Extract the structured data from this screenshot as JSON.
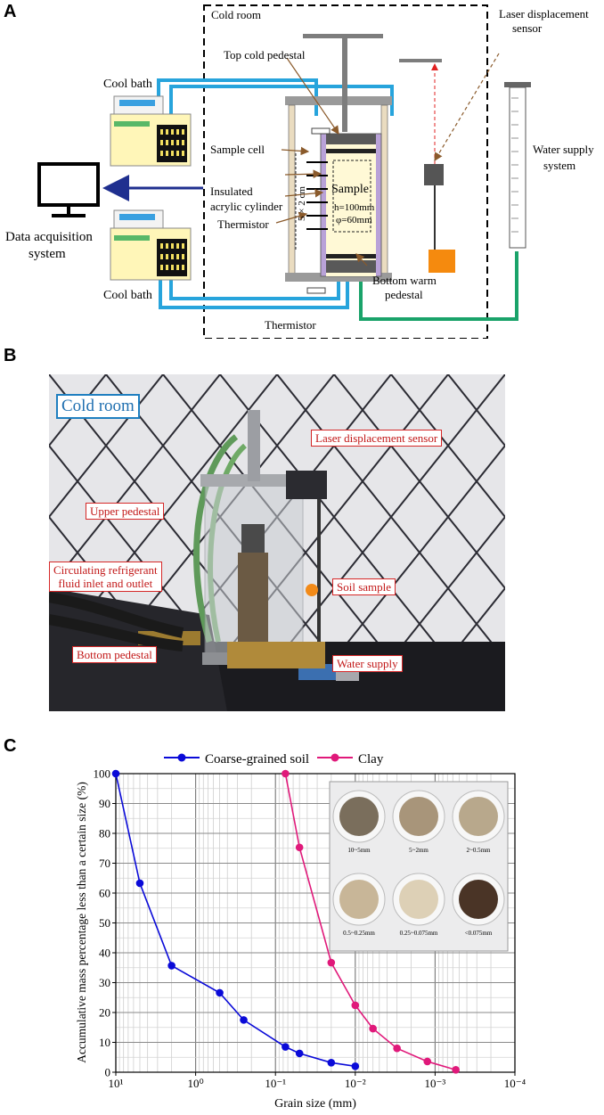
{
  "panels": {
    "a": "A",
    "b": "B",
    "c": "C"
  },
  "schematic": {
    "cold_room": "Cold room",
    "top_cold_pedestal": "Top cold pedestal",
    "laser_sensor_line1": "Laser displacement",
    "laser_sensor_line2": "sensor",
    "cool_bath_top": "Cool bath",
    "cool_bath_bottom": "Cool bath",
    "sample_cell": "Sample cell",
    "insulated_line1": "Insulated",
    "insulated_line2": "acrylic cylinder",
    "sample": "Sample",
    "sample_h": "h=100mm",
    "sample_phi": "φ=60mm",
    "spacing": "5 × 2 cm",
    "thermistor_mid": "Thermistor",
    "thermistor_bottom": "Thermistor",
    "bottom_warm_line1": "Bottom warm",
    "bottom_warm_line2": "pedestal",
    "water_supply_line1": "Water supply",
    "water_supply_line2": "system",
    "data_acq_line1": "Data acquisition",
    "data_acq_line2": "system"
  },
  "photo": {
    "cold_room": "Cold room",
    "laser": "Laser displacement sensor",
    "upper_pedestal": "Upper pedestal",
    "circulating_line1": "Circulating refrigerant",
    "circulating_line2": "fluid inlet and outlet",
    "soil_sample": "Soil sample",
    "water_supply": "Water supply",
    "bottom_pedestal": "Bottom pedestal"
  },
  "chart_data": {
    "type": "line",
    "xlabel": "Grain size (mm)",
    "ylabel": "Accumulative mass percentage less than a certain size (%)",
    "x_scale": "log-reversed",
    "xlim": [
      10,
      0.0001
    ],
    "ylim": [
      0,
      100
    ],
    "x_ticks": [
      "10¹",
      "10⁰",
      "10⁻¹",
      "10⁻²",
      "10⁻³",
      "10⁻⁴"
    ],
    "y_ticks": [
      "0",
      "10",
      "20",
      "30",
      "40",
      "50",
      "60",
      "70",
      "80",
      "90",
      "100"
    ],
    "grid": true,
    "legend_position": "top",
    "series": [
      {
        "name": "Coarse-grained soil",
        "color": "#0a0ad8",
        "x": [
          10,
          5,
          2,
          0.5,
          0.25,
          0.075,
          0.05,
          0.02,
          0.01
        ],
        "y": [
          100,
          63.3,
          35.7,
          26.6,
          17.5,
          8.5,
          6.3,
          3.2,
          2.0
        ]
      },
      {
        "name": "Clay",
        "color": "#e0197a",
        "x": [
          0.075,
          0.05,
          0.02,
          0.01,
          0.006,
          0.003,
          0.00125,
          0.00055
        ],
        "y": [
          100,
          75.3,
          36.7,
          22.4,
          14.6,
          8.0,
          3.6,
          0.8
        ]
      }
    ],
    "inset_labels": [
      "10~5mm",
      "5~2mm",
      "2~0.5mm",
      "0.5~0.25mm",
      "0.25~0.075mm",
      "<0.075mm"
    ]
  }
}
